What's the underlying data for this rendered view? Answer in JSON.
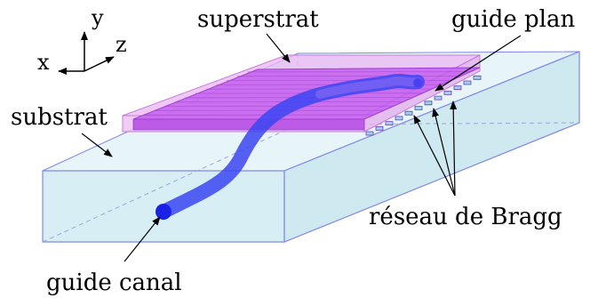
{
  "labels": {
    "superstrat": "superstrat",
    "guide_plan": "guide plan",
    "substrat": "substrat",
    "reseau": "réseau de Bragg",
    "guide_canal": "guide canal"
  },
  "axes": {
    "x": "x",
    "y": "y",
    "z": "z"
  },
  "colors": {
    "substrate_fill": "#d6eef4",
    "substrate_edge": "#7f86ea",
    "superstrate_fill": "#e9b6f2",
    "film_fill": "#c65ff0",
    "grating": "#6a3fb8",
    "waveguide": "#3b45f2",
    "waveguide_end": "#1a22e8"
  }
}
